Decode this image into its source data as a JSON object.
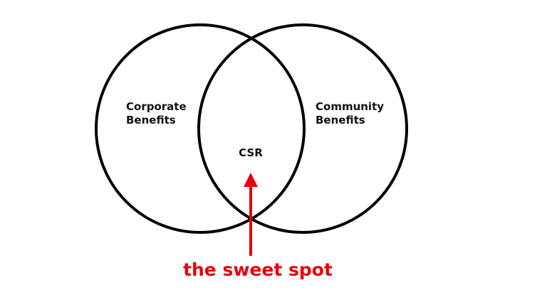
{
  "venn": {
    "left": {
      "label_line1": "Corporate",
      "label_line2": "Benefits"
    },
    "right": {
      "label_line1": "Community",
      "label_line2": "Benefits"
    },
    "overlap": {
      "label": "CSR"
    }
  },
  "callout": {
    "text": "the sweet spot",
    "color": "#e8000b"
  },
  "colors": {
    "outline": "#000000",
    "background": "#ffffff"
  }
}
